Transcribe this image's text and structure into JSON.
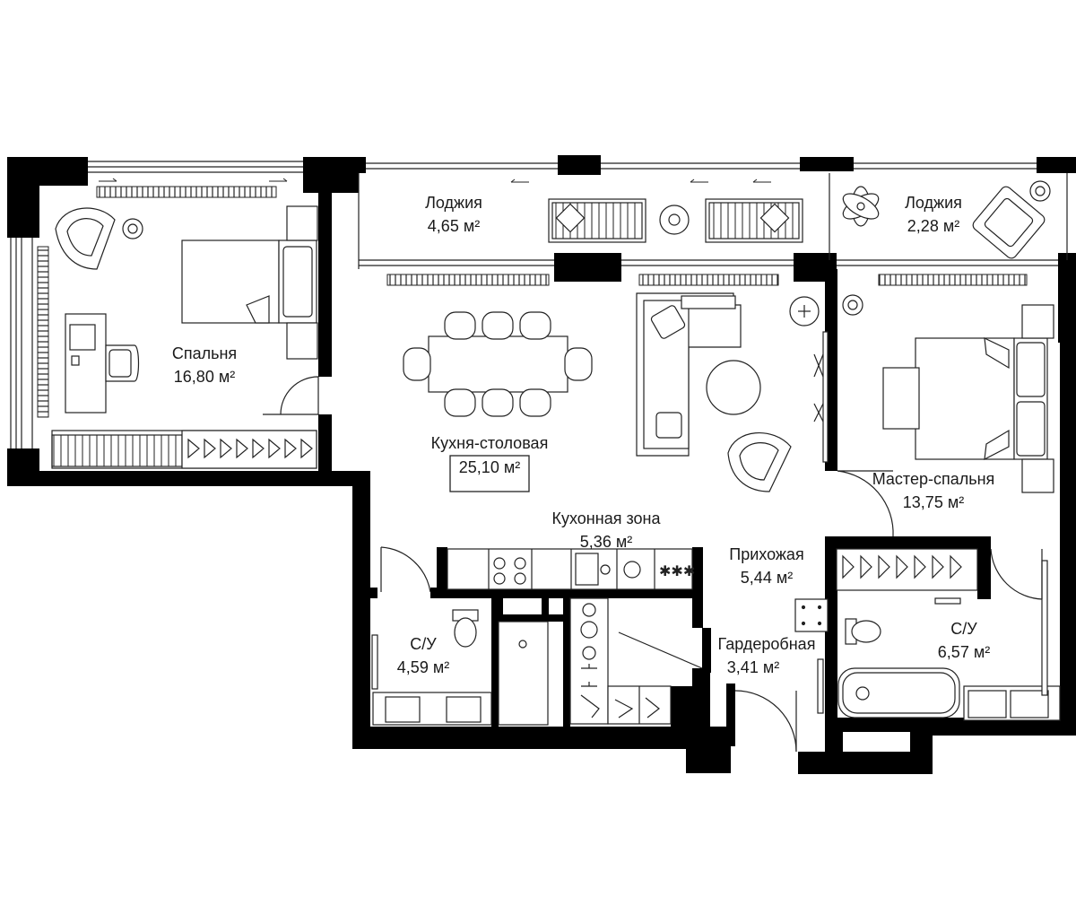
{
  "plan": {
    "rooms": [
      {
        "id": "bedroom",
        "name": "Спальня",
        "area": "16,80 м²"
      },
      {
        "id": "loggia1",
        "name": "Лоджия",
        "area": "4,65 м²"
      },
      {
        "id": "loggia2",
        "name": "Лоджия",
        "area": "2,28 м²"
      },
      {
        "id": "kitchen-dining",
        "name": "Кухня-столовая",
        "area": "25,10 м²"
      },
      {
        "id": "master",
        "name": "Мастер-спальня",
        "area": "13,75 м²"
      },
      {
        "id": "kitchen-zone",
        "name": "Кухонная зона",
        "area": "5,36 м²"
      },
      {
        "id": "hall",
        "name": "Прихожая",
        "area": "5,44 м²"
      },
      {
        "id": "bath1",
        "name": "С/У",
        "area": "4,59 м²"
      },
      {
        "id": "wardrobe",
        "name": "Гардеробная",
        "area": "3,41 м²"
      },
      {
        "id": "bath2",
        "name": "С/У",
        "area": "6,57 м²"
      }
    ],
    "colors": {
      "wall": "#000000",
      "line": "#222222",
      "background": "#ffffff"
    }
  }
}
